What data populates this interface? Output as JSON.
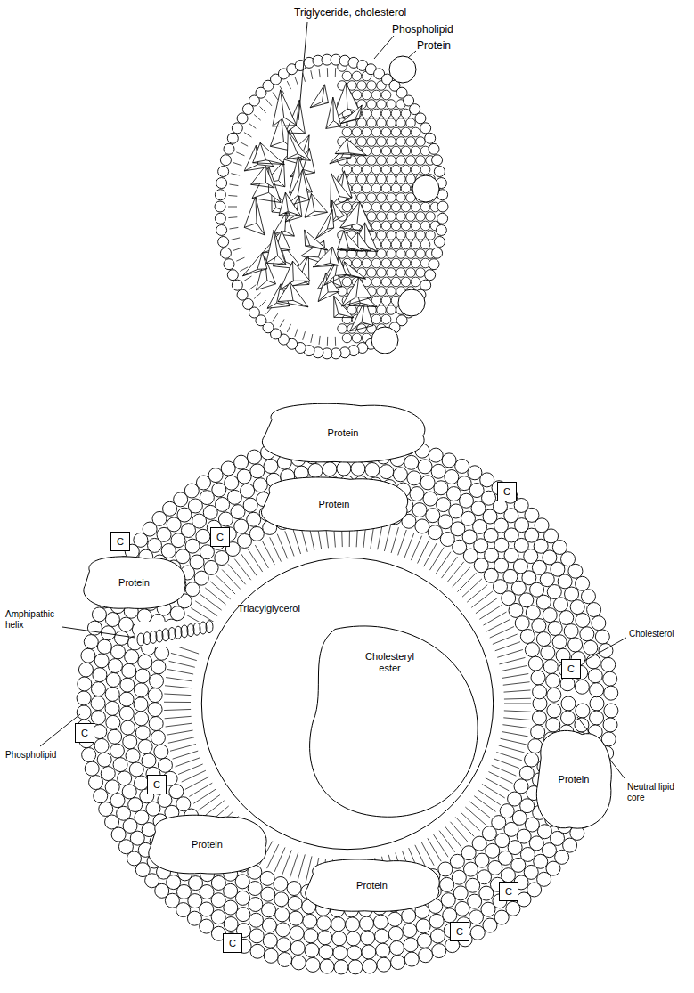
{
  "diagram": {
    "nodes": [
      {
        "text": [
          "Protein"
        ]
      },
      {
        "text": [
          "C"
        ]
      },
      {
        "text": [
          "Protein"
        ]
      },
      {
        "text": [
          "C"
        ]
      },
      {
        "text": [
          "C"
        ]
      },
      {
        "text": [
          "Protein"
        ]
      },
      {
        "text": [
          "Triacylglycerol"
        ]
      },
      {
        "text": [
          "Cholesteryl ester"
        ],
        "in": 6
      },
      {
        "text": [
          "C"
        ]
      },
      {
        "text": [
          "C"
        ]
      },
      {
        "text": [
          "C"
        ]
      },
      {
        "text": [
          "Protein"
        ]
      },
      {
        "text": [
          "Protein"
        ]
      },
      {
        "text": [
          "Protein"
        ]
      },
      {
        "text": [
          "C"
        ]
      },
      {
        "text": [
          "C"
        ]
      },
      {
        "text": [
          "C"
        ]
      }
    ],
    "labels": [
      "Triglyceride, cholesterol",
      "Phospholipid",
      "Protein",
      "Amphipathic helix",
      "Cholesterol",
      "Phospholipid",
      "Neutral lipid core"
    ]
  }
}
